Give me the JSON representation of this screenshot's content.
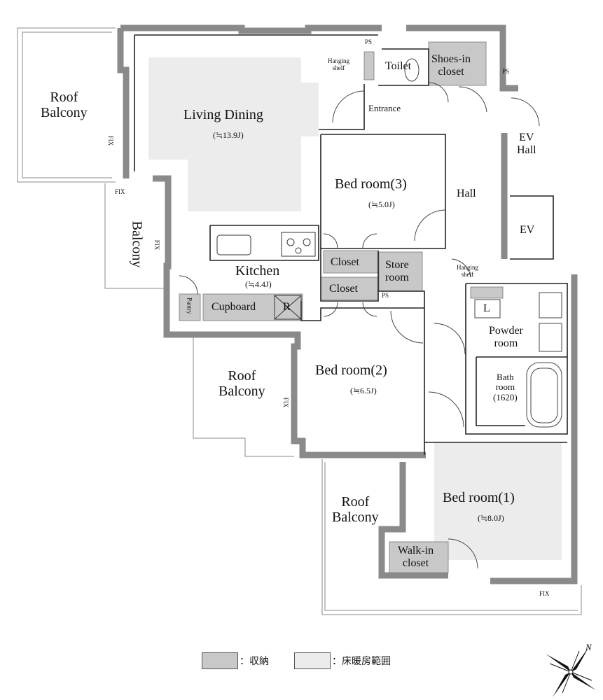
{
  "rooms": {
    "roof_balcony_nw": [
      "Roof",
      "Balcony"
    ],
    "living_dining": {
      "name": "Living Dining",
      "area": "(≒13.9J)"
    },
    "balcony": "Balcony",
    "kitchen": {
      "name": "Kitchen",
      "area": "(≒4.4J)"
    },
    "cupboard": "Cupboard",
    "refrigerator": "R",
    "pantry": "Pantry",
    "bed3": {
      "name": "Bed room(3)",
      "area": "(≒5.0J)"
    },
    "closet_a": "Closet",
    "closet_b": "Closet",
    "store_room": [
      "Store",
      "room"
    ],
    "toilet": "Toilet",
    "hanging_shelf_top": [
      "Hanging",
      "shelf"
    ],
    "shoes_closet": [
      "Shoes-in",
      "closet"
    ],
    "entrance": "Entrance",
    "hall": "Hall",
    "ev_hall": [
      "EV",
      "Hall"
    ],
    "ev": "EV",
    "hanging_shelf_right": [
      "Hanging",
      "shelf"
    ],
    "lavatory": "L",
    "powder_room": [
      "Powder",
      "room"
    ],
    "bath_room": [
      "Bath",
      "room",
      "(1620)"
    ],
    "roof_balcony_mid": [
      "Roof",
      "Balcony"
    ],
    "bed2": {
      "name": "Bed room(2)",
      "area": "(≒6.5J)"
    },
    "roof_balcony_s": [
      "Roof",
      "Balcony"
    ],
    "bed1": {
      "name": "Bed room(1)",
      "area": "(≒8.0J)"
    },
    "walkin_closet": [
      "Walk-in",
      "closet"
    ]
  },
  "marks": {
    "fix": "FIX",
    "ps": "PS"
  },
  "legend": {
    "storage": "：収納",
    "floor_heating": "：床暖房範囲",
    "storage_color": "#c8c8c8",
    "floor_heating_color": "#ececec"
  },
  "compass": {
    "north": "N"
  }
}
